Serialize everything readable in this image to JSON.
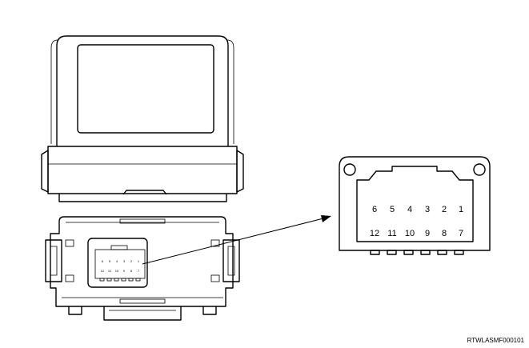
{
  "connector": {
    "top_row": [
      "6",
      "5",
      "4",
      "3",
      "2",
      "1"
    ],
    "bottom_row": [
      "12",
      "11",
      "10",
      "9",
      "8",
      "7"
    ]
  },
  "figure_code": "RTWLASMF000101"
}
